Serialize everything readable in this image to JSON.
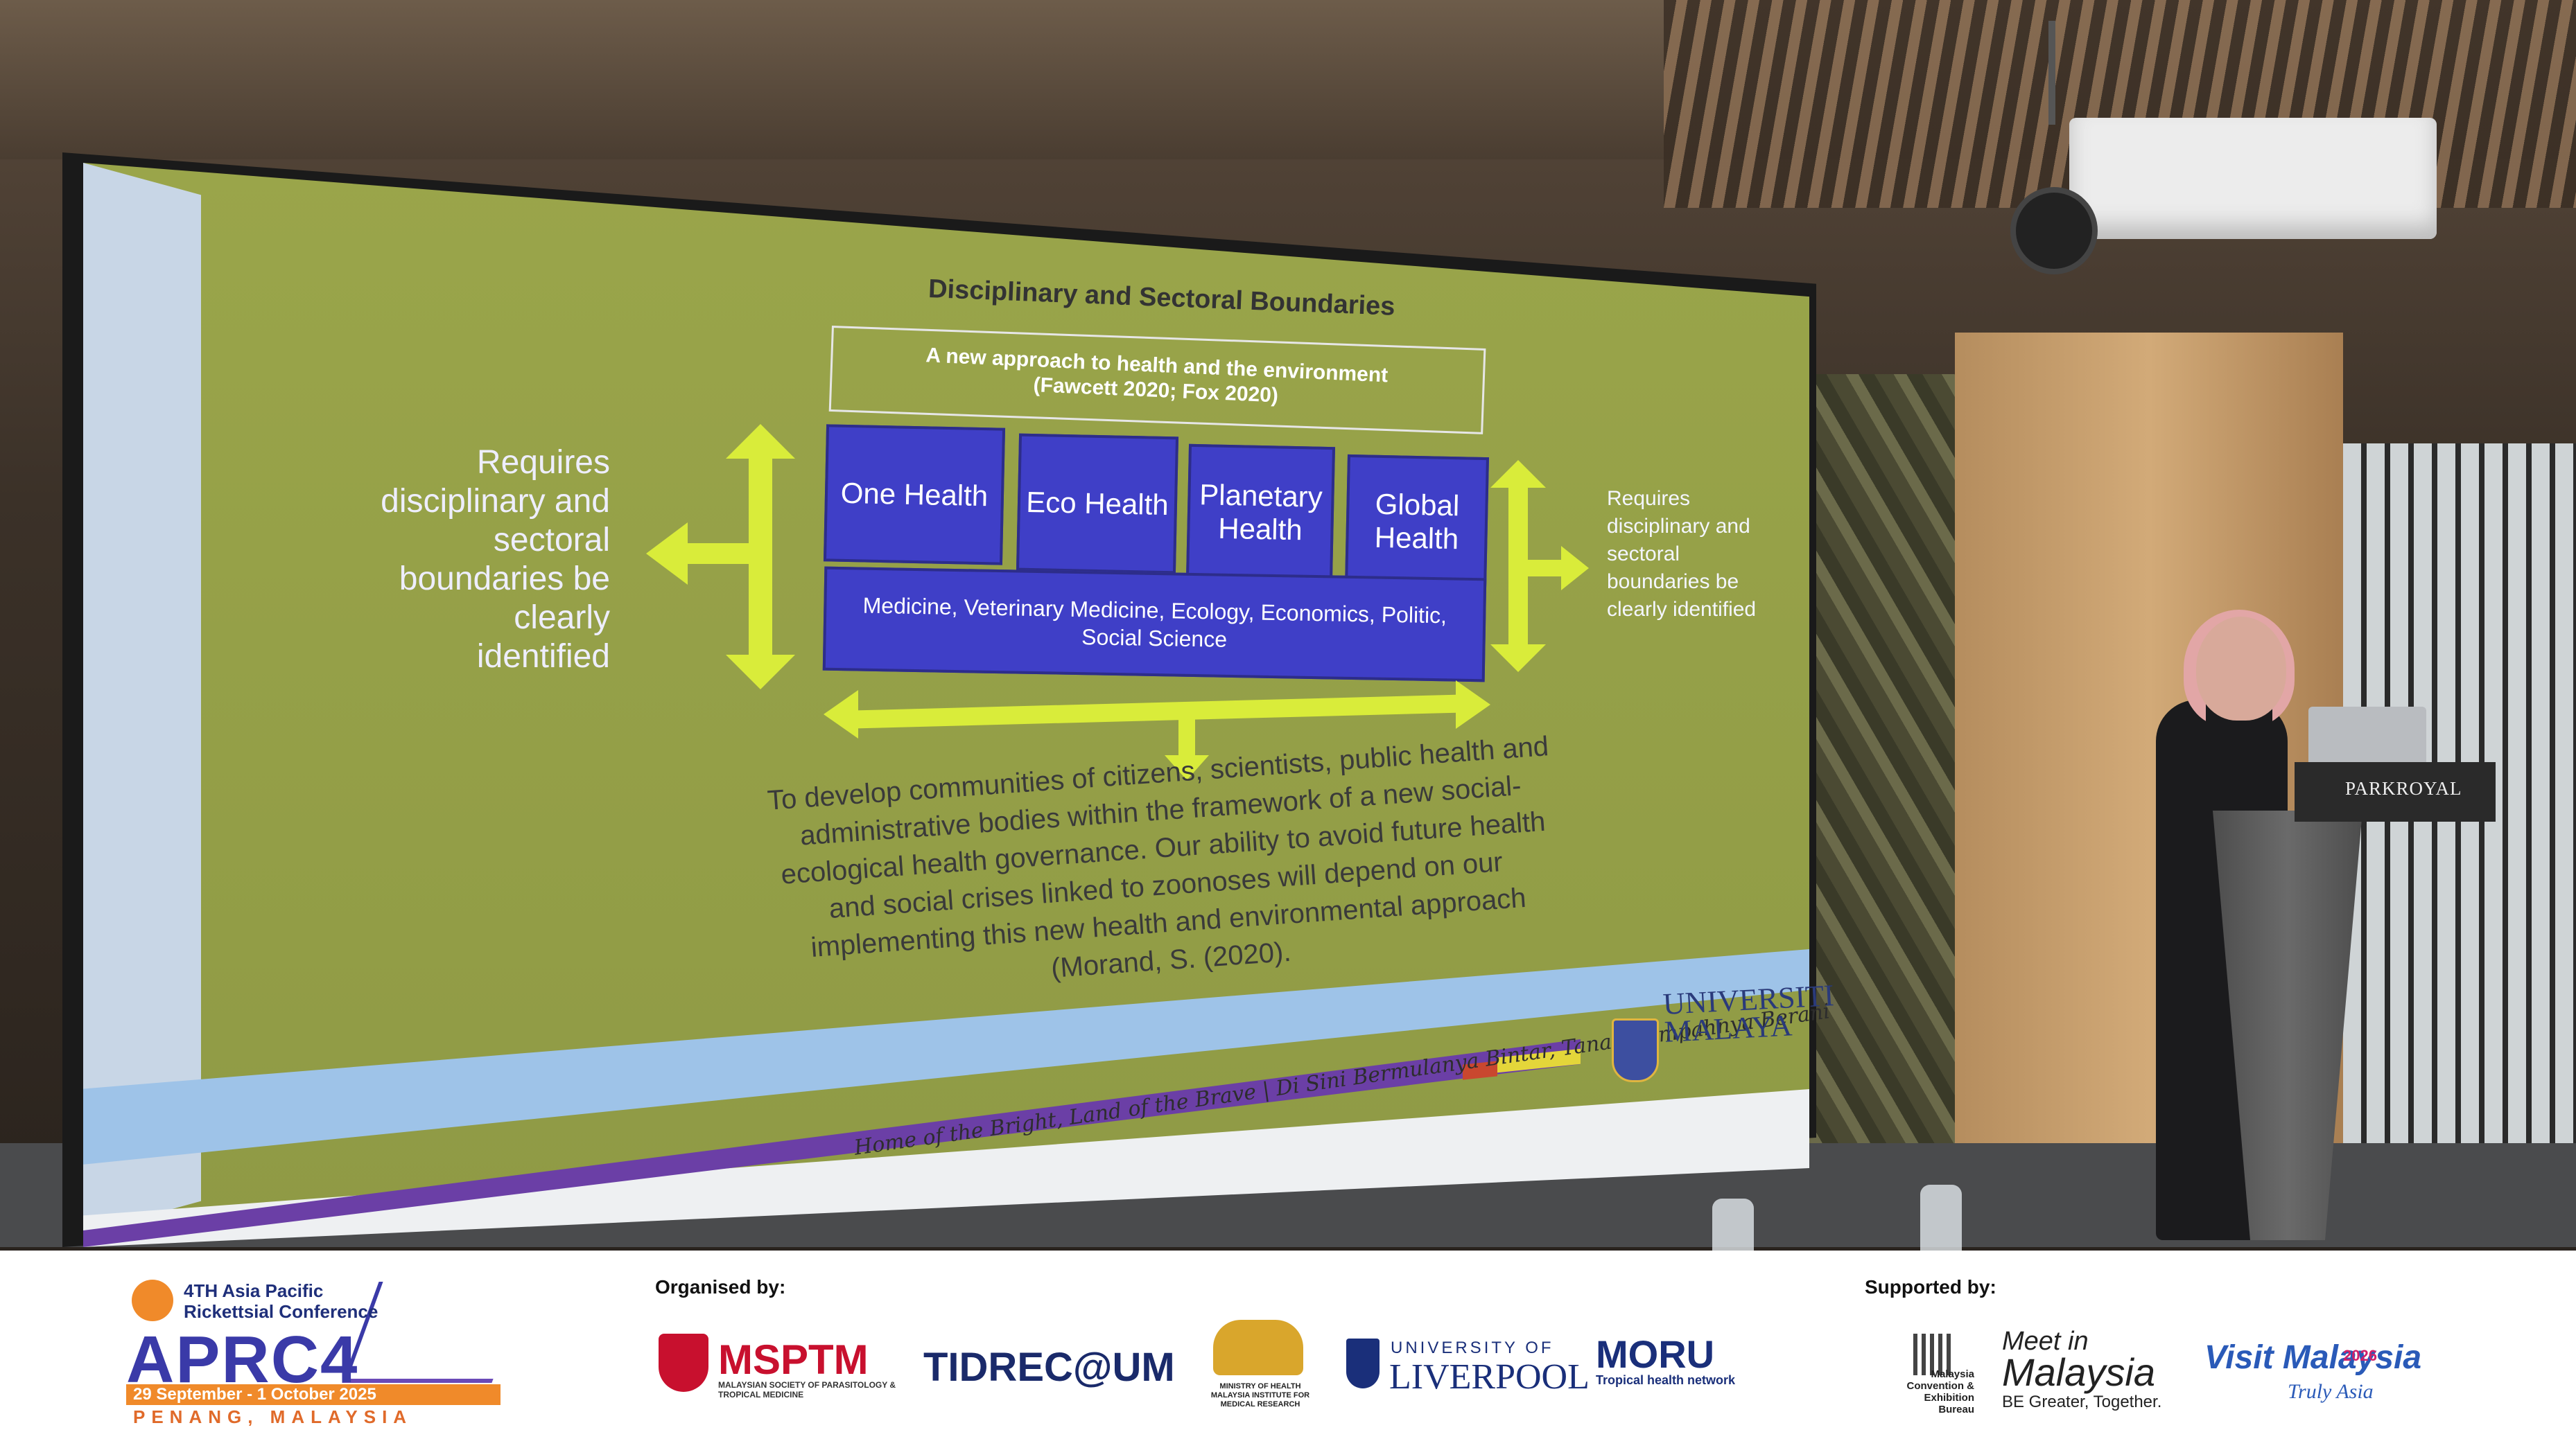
{
  "slide": {
    "title": "Disciplinary and Sectoral Boundaries",
    "approach_line1": "A new approach to health and the environment",
    "approach_line2": "(Fawcett 2020; Fox 2020)",
    "boxes": [
      "One Health",
      "Eco Health",
      "Planetary Health",
      "Global Health"
    ],
    "disciplines": "Medicine, Veterinary Medicine, Ecology, Economics, Politic, Social Science",
    "left_label": "Requires disciplinary and sectoral boundaries be clearly identified",
    "right_label": "Requires disciplinary and sectoral boundaries be clearly identified",
    "body": "To develop communities of citizens, scientists, public health and administrative bodies within the framework of a new social-ecological health governance. Our ability to avoid future health and social crises linked to zoonoses will depend on our implementing this new health and environmental approach (Morand, S. (2020).",
    "tagline": "Home of the Bright, Land of the Brave | Di Sini Bermulanya Bintar, Tanah Tumpahnya Berani",
    "university": "UNIVERSITI MALAYA",
    "university_line1": "UNIVERSITI",
    "university_line2": "MALAYA",
    "colors": {
      "slide_bg": "#9aa54a",
      "box_blue": "#3f3fc7",
      "arrow": "#d9ec3a"
    }
  },
  "podium": {
    "sign": "PARKROYAL"
  },
  "banner": {
    "conference_line1": "4TH Asia Pacific",
    "conference_line2": "Rickettsial Conference",
    "conference_acronym": "APRC4",
    "dates": "29 September - 1 October 2025",
    "place": "PENANG, MALAYSIA",
    "organised_by": "Organised by:",
    "supported_by": "Supported by:",
    "organisers": {
      "msptm": "MSPTM",
      "msptm_sub": "MALAYSIAN SOCIETY OF PARASITOLOGY & TROPICAL MEDICINE",
      "tidrec": "TIDREC@UM",
      "moh_sub": "MINISTRY OF HEALTH MALAYSIA INSTITUTE FOR MEDICAL RESEARCH",
      "liverpool_small": "UNIVERSITY OF",
      "liverpool_big": "LIVERPOOL",
      "moru": "MORU",
      "moru_sub": "Tropical health network"
    },
    "supporters": {
      "mceb": "Malaysia Convention & Exhibition Bureau",
      "mim_line1": "Meet in",
      "mim_line2": "Malaysia",
      "mim_tagline": "BE Greater, Together.",
      "visit": "Visit Malaysia",
      "visit_year": "2026",
      "visit_tagline": "Truly Asia"
    }
  }
}
